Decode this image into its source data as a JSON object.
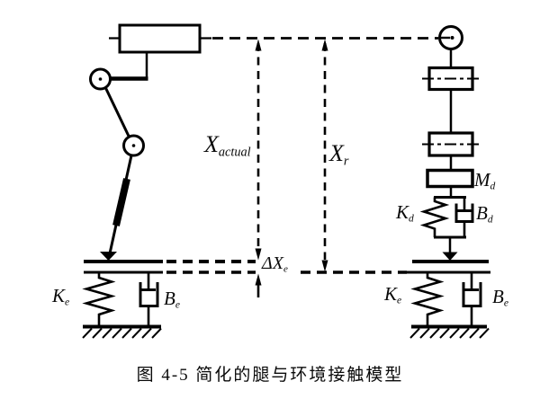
{
  "figure": {
    "caption": "图 4-5 简化的腿与环境接触模型"
  },
  "labels": {
    "x_actual": {
      "main": "X",
      "sub": "actual"
    },
    "x_r": {
      "main": "X",
      "sub": "r"
    },
    "delta_x_e": {
      "main": "ΔX",
      "sub": "e"
    },
    "m_d": {
      "main": "M",
      "sub": "d"
    },
    "k_d": {
      "main": "K",
      "sub": "d"
    },
    "b_d": {
      "main": "B",
      "sub": "d"
    },
    "k_e_left": {
      "main": "K",
      "sub": "e"
    },
    "b_e_left": {
      "main": "B",
      "sub": "e"
    },
    "k_e_right": {
      "main": "K",
      "sub": "e"
    },
    "b_e_right": {
      "main": "B",
      "sub": "e"
    }
  },
  "colors": {
    "ink": "#000000",
    "background": "#ffffff"
  }
}
